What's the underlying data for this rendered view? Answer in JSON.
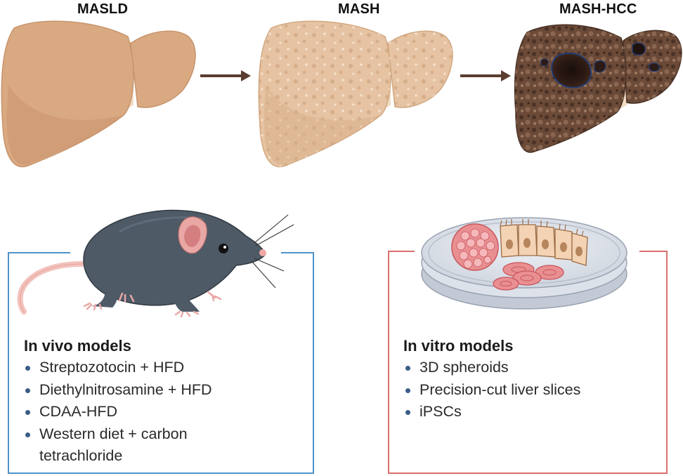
{
  "stages": [
    {
      "label": "MASLD"
    },
    {
      "label": "MASH"
    },
    {
      "label": "MASH-HCC"
    }
  ],
  "in_vivo": {
    "title": "In vivo models",
    "items": [
      "Streptozotocin + HFD",
      "Diethylnitrosamine + HFD",
      "CDAA-HFD",
      "Western diet + carbon tetrachloride"
    ]
  },
  "in_vitro": {
    "title": "In vitro models",
    "items": [
      "3D spheroids",
      "Precision-cut liver slices",
      "iPSCs"
    ]
  },
  "colors": {
    "in_vivo_border": "#4f93c9",
    "in_vitro_border": "#d9706d",
    "bullet": "#3a5d86",
    "arrow": "#5a3d30",
    "liver_healthy": "#d9a982",
    "liver_mash": "#e6c3a2",
    "liver_hcc": "#6b4a38",
    "mouse_body": "#4e5a66"
  },
  "icons": [
    "liver-icon",
    "arrow-right-icon",
    "mouse-icon",
    "petri-dish-icon",
    "spheroid-icon",
    "organoid-icon",
    "tissue-slice-icon"
  ]
}
